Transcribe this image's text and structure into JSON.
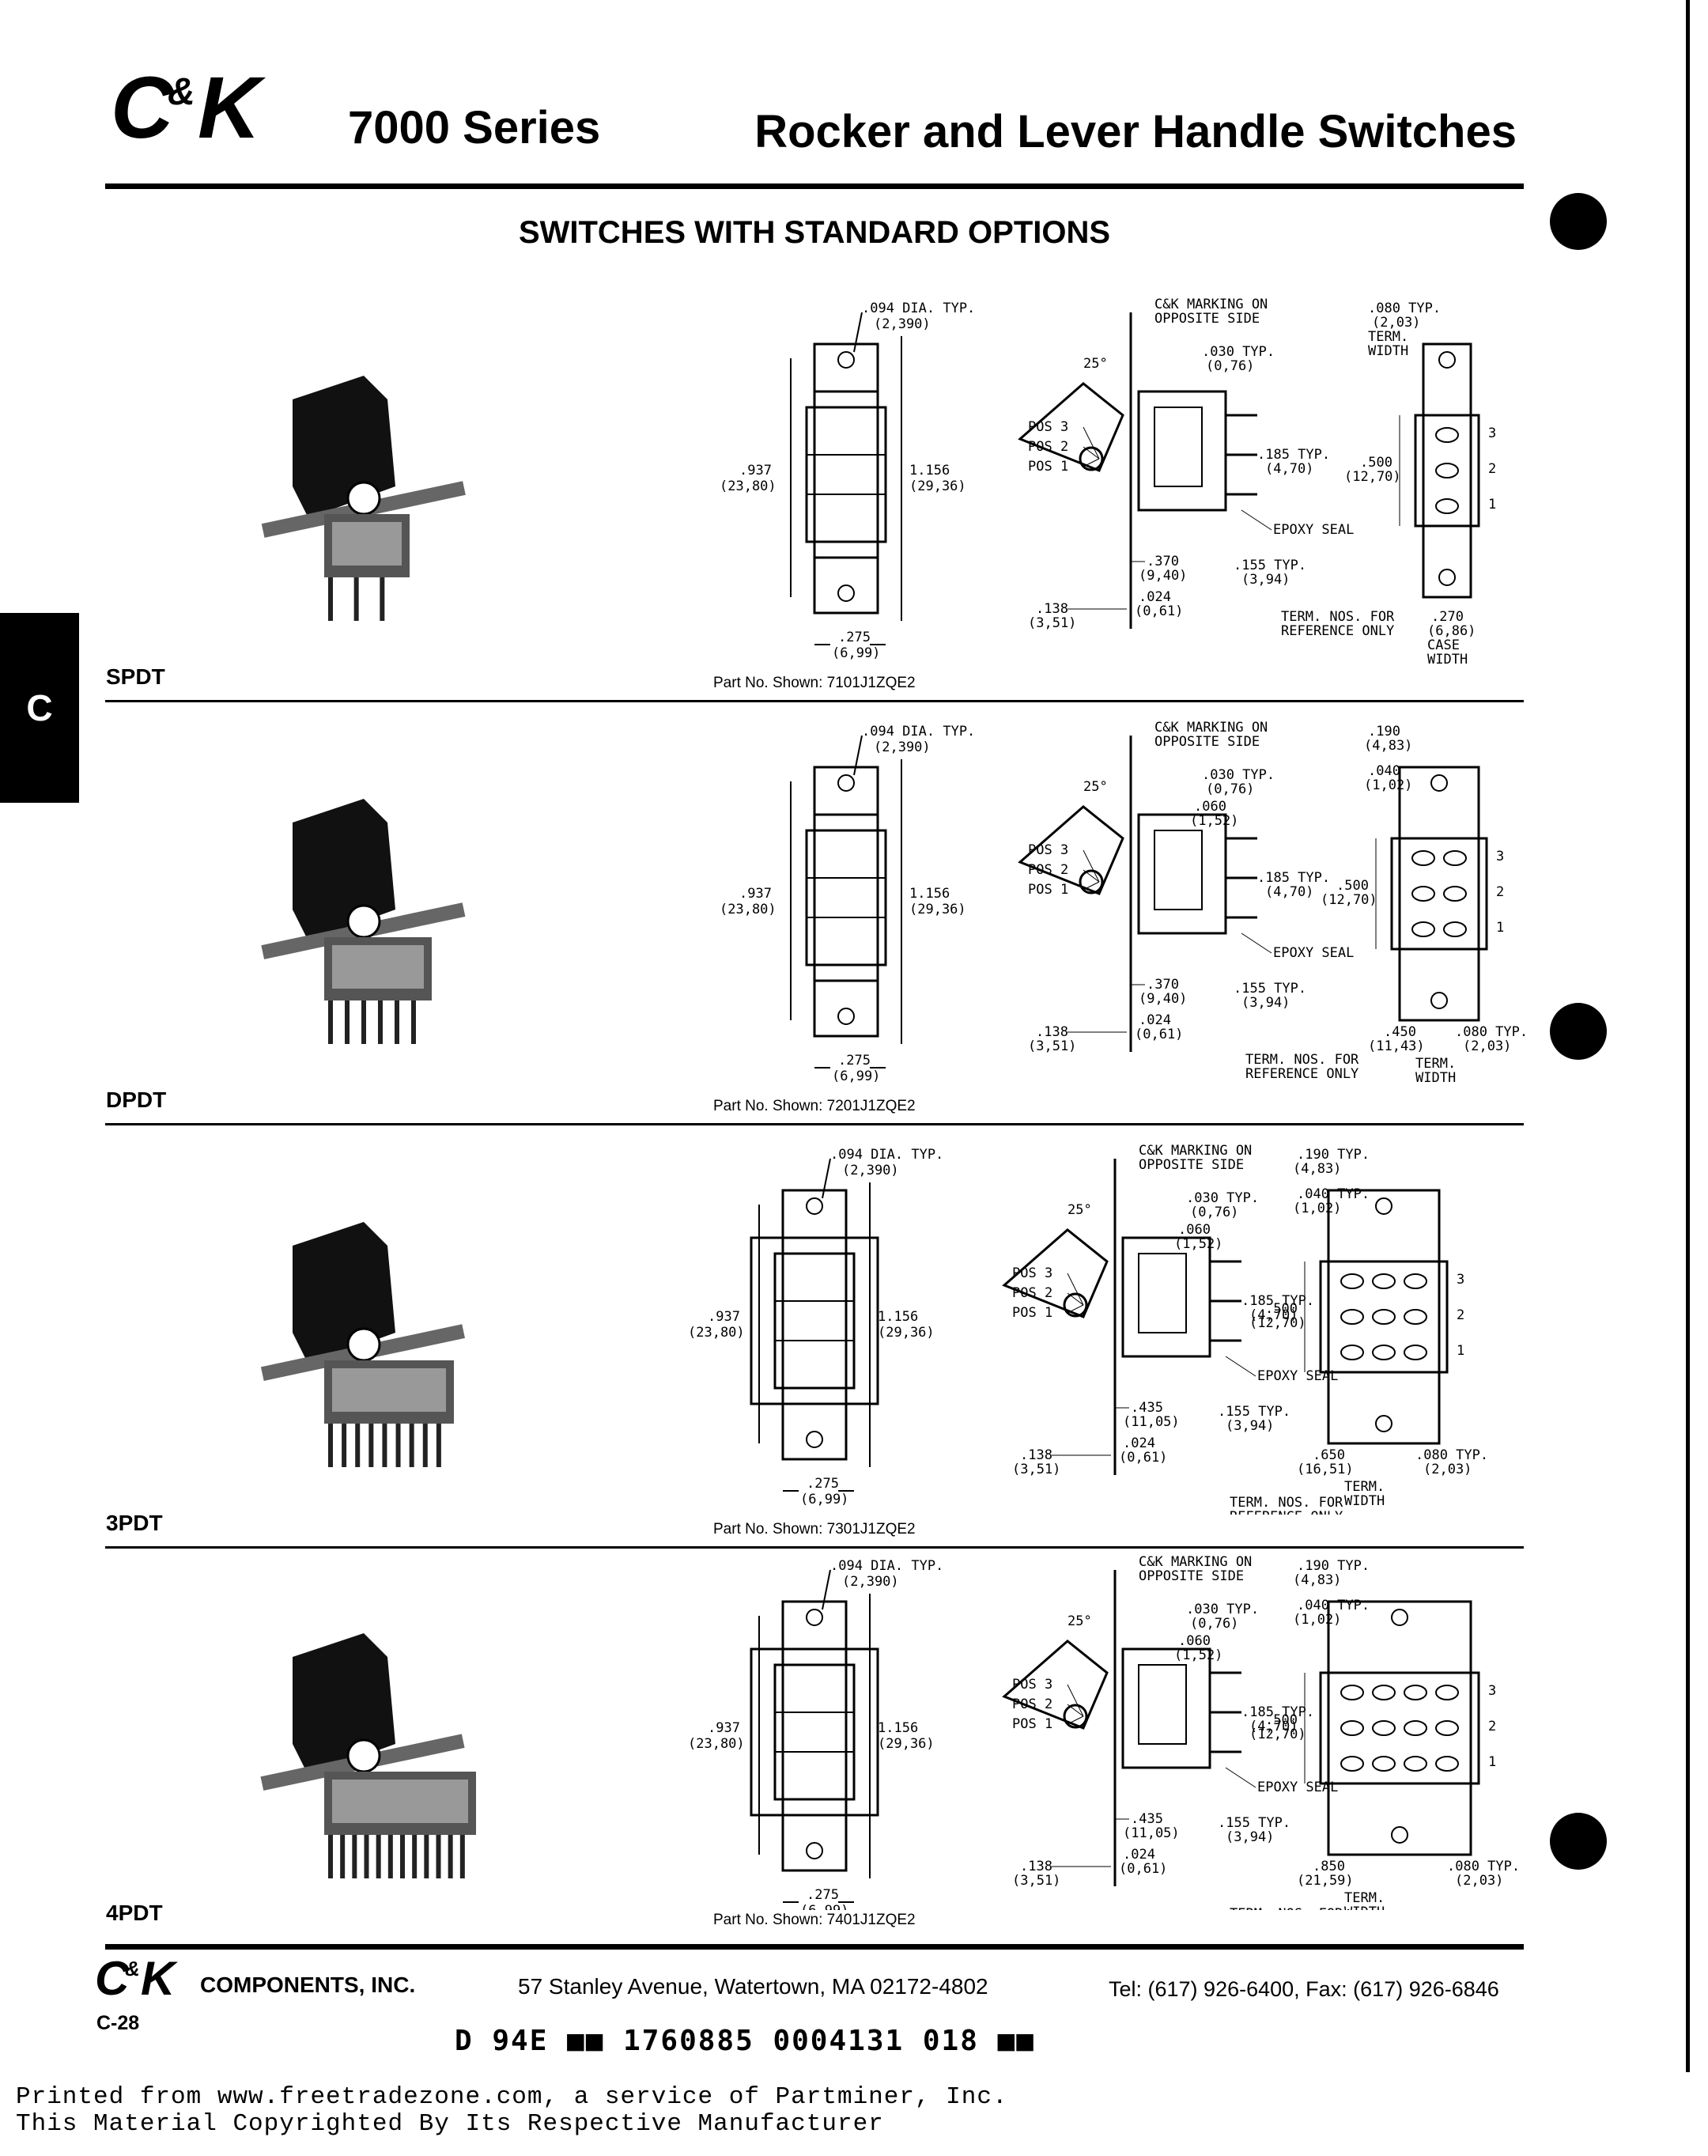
{
  "header": {
    "logo_text": "C&K",
    "series": "7000 Series",
    "title": "Rocker and Lever Handle Switches"
  },
  "section_heading": "SWITCHES WITH STANDARD OPTIONS",
  "side_tab": "C",
  "switches": [
    {
      "label": "SPDT",
      "part_no": "Part No. Shown: 7101J1ZQE2"
    },
    {
      "label": "DPDT",
      "part_no": "Part No. Shown: 7201J1ZQE2"
    },
    {
      "label": "3PDT",
      "part_no": "Part No. Shown: 7301J1ZQE2"
    },
    {
      "label": "4PDT",
      "part_no": "Part No. Shown: 7401J1ZQE2"
    }
  ],
  "dims": {
    "dia": ".094 DIA. TYP.",
    "dia_mm": "(2,390)",
    "h937": ".937",
    "h937_mm": "(23,80)",
    "h1156": "1.156",
    "h1156_mm": "(29,36)",
    "w275": ".275",
    "w275_mm": "(6,99)",
    "marking": "C&K MARKING ON",
    "marking2": "OPPOSITE SIDE",
    "angle": "25°",
    "t030": ".030 TYP.",
    "t030_mm": "(0,76)",
    "t060": ".060",
    "t060_mm": "(1,52)",
    "pos3": "POS 3",
    "pos2": "POS 2",
    "pos1": "POS 1",
    "t185": ".185 TYP.",
    "t185_mm": "(4,70)",
    "epoxy": "EPOXY SEAL",
    "d370": ".370",
    "d370_mm": "(9,40)",
    "d435": ".435",
    "d435_mm": "(11,05)",
    "d155": ".155 TYP.",
    "d155_mm": "(3,94)",
    "d024": ".024",
    "d024_mm": "(0,61)",
    "d138": ".138",
    "d138_mm": "(3,51)",
    "term_nos": "TERM. NOS. FOR",
    "term_nos2": "REFERENCE ONLY",
    "t080": ".080 TYP.",
    "t080_mm": "(2,03)",
    "term": "TERM.",
    "width": "WIDTH",
    "case": "CASE",
    "d500": ".500",
    "d500_mm": "(12,70)",
    "d270": ".270",
    "d270_mm": "(6,86)",
    "d190": ".190",
    "d190typ": ".190 TYP.",
    "d190_mm": "(4,83)",
    "d040": ".040",
    "d040typ": ".040 TYP.",
    "d040_mm": "(1,02)",
    "d450": ".450",
    "d450_mm": "(11,43)",
    "d650": ".650",
    "d650_mm": "(16,51)",
    "d850": ".850",
    "d850_mm": "(21,59)"
  },
  "footer": {
    "logo_text": "C&K",
    "company": "COMPONENTS, INC.",
    "address": "57 Stanley Avenue,  Watertown,  MA 02172-4802",
    "phone": "Tel: (617) 926-6400,  Fax: (617) 926-6846",
    "page": "C-28",
    "code": "D   94E ■■ 1760885 0004131 018 ■■"
  },
  "print_notice": {
    "line1": "Printed from www.freetradezone.com, a service of Partminer, Inc.",
    "line2": "This Material Copyrighted By Its Respective Manufacturer"
  }
}
